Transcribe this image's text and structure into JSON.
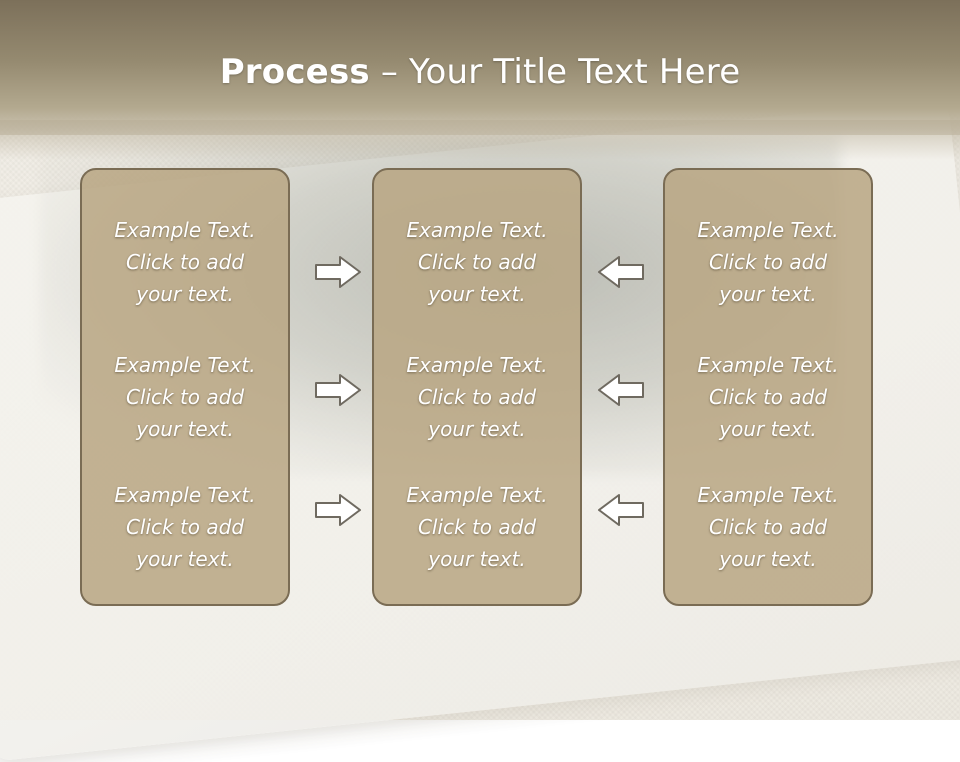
{
  "slide": {
    "title_bold": "Process",
    "title_rest": " – Your Title Text Here"
  },
  "columns": [
    {
      "items": [
        {
          "line1": "Example Text.",
          "line2": "Click  to add",
          "line3": "your text."
        },
        {
          "line1": "Example Text.",
          "line2": "Click  to add",
          "line3": "your text."
        },
        {
          "line1": "Example Text.",
          "line2": "Click  to add",
          "line3": "your text."
        }
      ]
    },
    {
      "items": [
        {
          "line1": "Example Text.",
          "line2": "Click  to add",
          "line3": "your text."
        },
        {
          "line1": "Example Text.",
          "line2": "Click  to add",
          "line3": "your text."
        },
        {
          "line1": "Example Text.",
          "line2": "Click  to add",
          "line3": "your text."
        }
      ]
    },
    {
      "items": [
        {
          "line1": "Example Text.",
          "line2": "Click  to add",
          "line3": "your text."
        },
        {
          "line1": "Example Text.",
          "line2": "Click  to add",
          "line3": "your text."
        },
        {
          "line1": "Example Text.",
          "line2": "Click  to add",
          "line3": "your text."
        }
      ]
    }
  ],
  "arrows": {
    "left_group": "arrow-right-icon",
    "right_group": "arrow-left-icon"
  },
  "colors": {
    "box_fill": "#b8a682",
    "box_border": "#7a6c54",
    "header": "#8c806a",
    "arrow_fill": "#ffffff",
    "arrow_stroke": "#6f6a60"
  }
}
